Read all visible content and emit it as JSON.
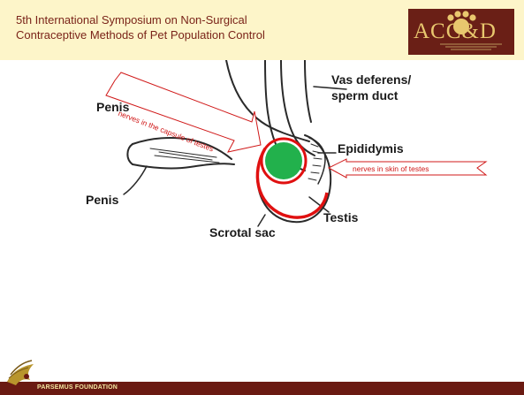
{
  "header": {
    "title_line1": "5th International Symposium on Non-Surgical",
    "title_line2": "Contraceptive Methods of Pet Population Control",
    "logo_text": "ACC&D",
    "logo_icon": "paw-print-icon"
  },
  "diagram": {
    "labels": {
      "vas_deferens_line1": "Vas deferens/",
      "vas_deferens_line2": "sperm duct",
      "epididymis": "Epididymis",
      "penis_top": "Penis",
      "penis_left": "Penis",
      "testis": "Testis",
      "scrotal_sac": "Scrotal sac"
    },
    "callouts": {
      "capsule": "nerves in the capsule of testes",
      "skin": "nerves in skin of testes"
    },
    "colors": {
      "highlight": "#e01010",
      "testis_fill": "#22b14c",
      "line": "#2a2a2a"
    }
  },
  "footer": {
    "text": "PARSEMUS FOUNDATION",
    "logo_icon": "winged-lion-logo-icon"
  }
}
